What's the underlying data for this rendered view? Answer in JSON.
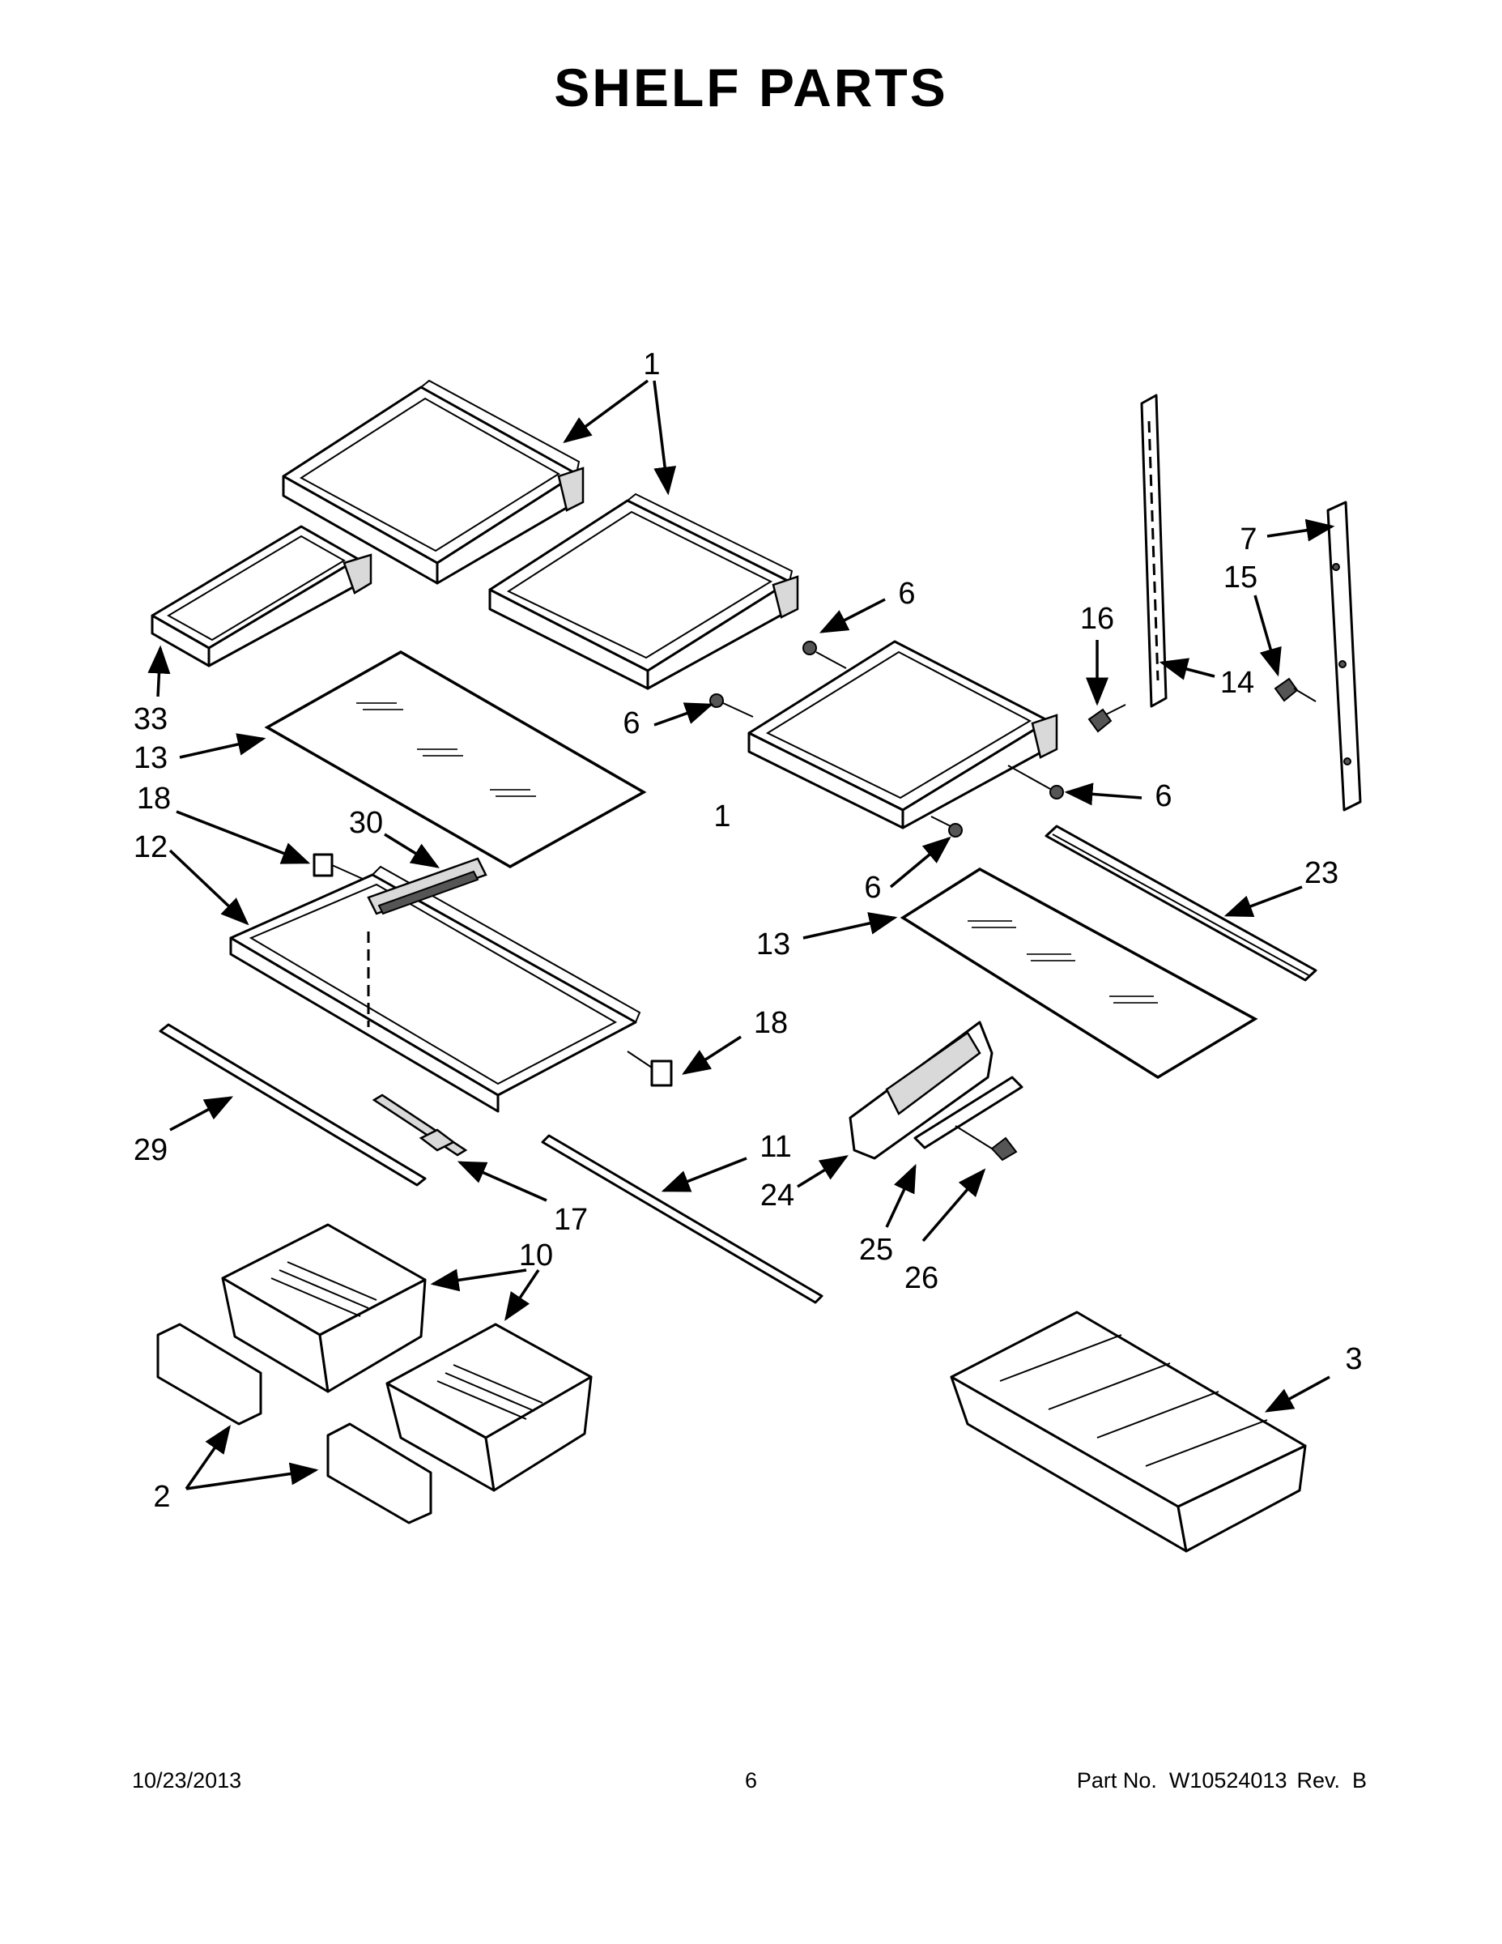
{
  "title": "SHELF PARTS",
  "callouts": [
    "1",
    "1",
    "33",
    "13",
    "6",
    "6",
    "6",
    "6",
    "16",
    "15",
    "7",
    "14",
    "18",
    "30",
    "12",
    "23",
    "13",
    "18",
    "29",
    "17",
    "11",
    "24",
    "25",
    "26",
    "10",
    "3",
    "2"
  ],
  "footer": {
    "date": "10/23/2013",
    "page": "6",
    "part_no": "Part No.  W10524013",
    "rev": "Rev.  B"
  }
}
